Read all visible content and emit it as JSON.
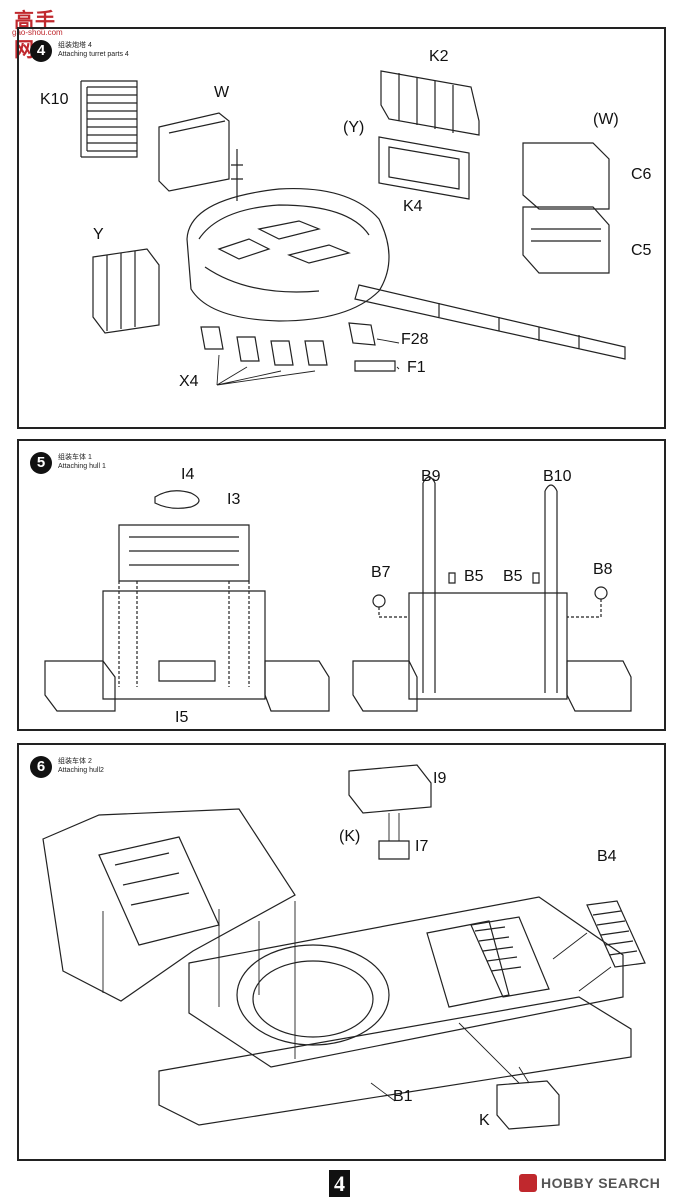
{
  "watermark": {
    "text": "高手网",
    "url": "gao-shou.com"
  },
  "steps": [
    {
      "number": "4",
      "title_cn": "组装炮塔 4",
      "title_en": "Attaching turret parts 4",
      "labels": {
        "k10": "K10",
        "w": "W",
        "k2": "K2",
        "y_paren": "(Y)",
        "w_paren": "(W)",
        "k4": "K4",
        "c6": "C6",
        "c5": "C5",
        "y": "Y",
        "f28": "F28",
        "f1": "F1",
        "x4": "X4"
      }
    },
    {
      "number": "5",
      "title_cn": "组装车体 1",
      "title_en": "Attaching hull 1",
      "labels": {
        "i4": "I4",
        "i3": "I3",
        "i5": "I5",
        "b9": "B9",
        "b10": "B10",
        "b7": "B7",
        "b5a": "B5",
        "b5b": "B5",
        "b8": "B8"
      }
    },
    {
      "number": "6",
      "title_cn": "组装车体 2",
      "title_en": "Attaching hull2",
      "labels": {
        "i9": "I9",
        "k_paren": "(K)",
        "i7": "I7",
        "b4": "B4",
        "b1": "B1",
        "k": "K"
      }
    }
  ],
  "page_number": "4",
  "brand": {
    "text": "HOBBY SEARCH"
  }
}
